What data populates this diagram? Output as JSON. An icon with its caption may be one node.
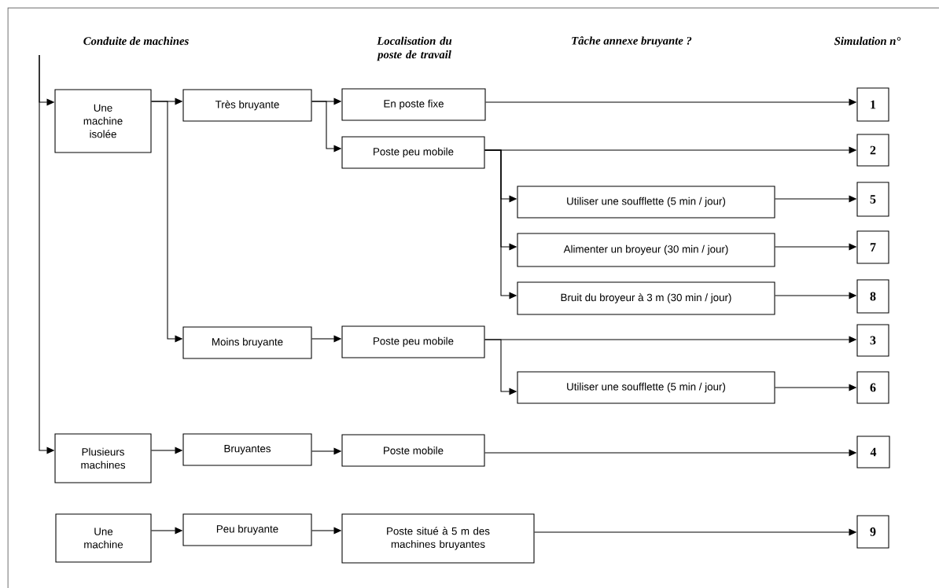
{
  "diagram": {
    "nodes": [
      {
        "text": [
          "Une machine isolée"
        ]
      },
      {
        "text": [
          "Très bruyante"
        ]
      },
      {
        "text": [
          "En poste fixe"
        ]
      },
      {
        "text": [
          "1"
        ]
      },
      {
        "text": [
          "Poste peu mobile"
        ]
      },
      {
        "text": [
          "2"
        ]
      },
      {
        "text": [
          "Utiliser une soufflette (5 min / jour)"
        ]
      },
      {
        "text": [
          "5"
        ]
      },
      {
        "text": [
          "Alimenter un broyeur (30 min / jour)"
        ]
      },
      {
        "text": [
          "7"
        ]
      },
      {
        "text": [
          "Bruit du broyeur à 3 m (30 min / jour)"
        ]
      },
      {
        "text": [
          "8"
        ]
      },
      {
        "text": [
          "Moins bruyante"
        ]
      },
      {
        "text": [
          "Poste peu mobile"
        ]
      },
      {
        "text": [
          "3"
        ]
      },
      {
        "text": [
          "Utiliser une soufflette (5 min / jour)"
        ]
      },
      {
        "text": [
          "6"
        ]
      },
      {
        "text": [
          "Plusieurs machines"
        ]
      },
      {
        "text": [
          "Bruyantes"
        ]
      },
      {
        "text": [
          "Poste mobile"
        ]
      },
      {
        "text": [
          "4"
        ]
      },
      {
        "text": [
          "Une machine"
        ]
      },
      {
        "text": [
          "Peu bruyante"
        ]
      },
      {
        "text": [
          "Poste situé à 5 m des machines bruyantes"
        ]
      },
      {
        "text": [
          "9"
        ]
      }
    ],
    "edges": [
      {
        "from": null,
        "to": 0,
        "arrow": "to"
      },
      {
        "from": null,
        "to": 17,
        "arrow": "to"
      },
      {
        "from": 0,
        "to": 1,
        "arrow": "to"
      },
      {
        "from": 0,
        "to": 12,
        "arrow": "to"
      },
      {
        "from": 1,
        "to": 2,
        "arrow": "to"
      },
      {
        "from": 1,
        "to": 4,
        "arrow": "to"
      },
      {
        "from": 2,
        "to": 3,
        "arrow": "to"
      },
      {
        "from": 4,
        "to": 5,
        "arrow": "to"
      },
      {
        "from": 4,
        "to": 6,
        "arrow": "to"
      },
      {
        "from": 4,
        "to": 8,
        "arrow": "to"
      },
      {
        "from": 4,
        "to": 10,
        "arrow": "to"
      },
      {
        "from": 6,
        "to": 7,
        "arrow": "to"
      },
      {
        "from": 8,
        "to": 9,
        "arrow": "to"
      },
      {
        "from": 10,
        "to": 11,
        "arrow": "to"
      },
      {
        "from": 12,
        "to": 13,
        "arrow": "to"
      },
      {
        "from": 13,
        "to": 14,
        "arrow": "to"
      },
      {
        "from": 13,
        "to": 15,
        "arrow": "to"
      },
      {
        "from": 15,
        "to": 16,
        "arrow": "to"
      },
      {
        "from": 17,
        "to": 18,
        "arrow": "to"
      },
      {
        "from": 18,
        "to": 19,
        "arrow": "to"
      },
      {
        "from": 19,
        "to": 20,
        "arrow": "to"
      },
      {
        "from": 21,
        "to": 22,
        "arrow": "to"
      },
      {
        "from": 22,
        "to": 23,
        "arrow": "to"
      },
      {
        "from": 23,
        "to": 24,
        "arrow": "to"
      }
    ],
    "labels": [
      "Conduite de machines",
      "Localisation du poste de travail",
      "Tâche annexe bruyante ?",
      "Simulation n°"
    ]
  }
}
